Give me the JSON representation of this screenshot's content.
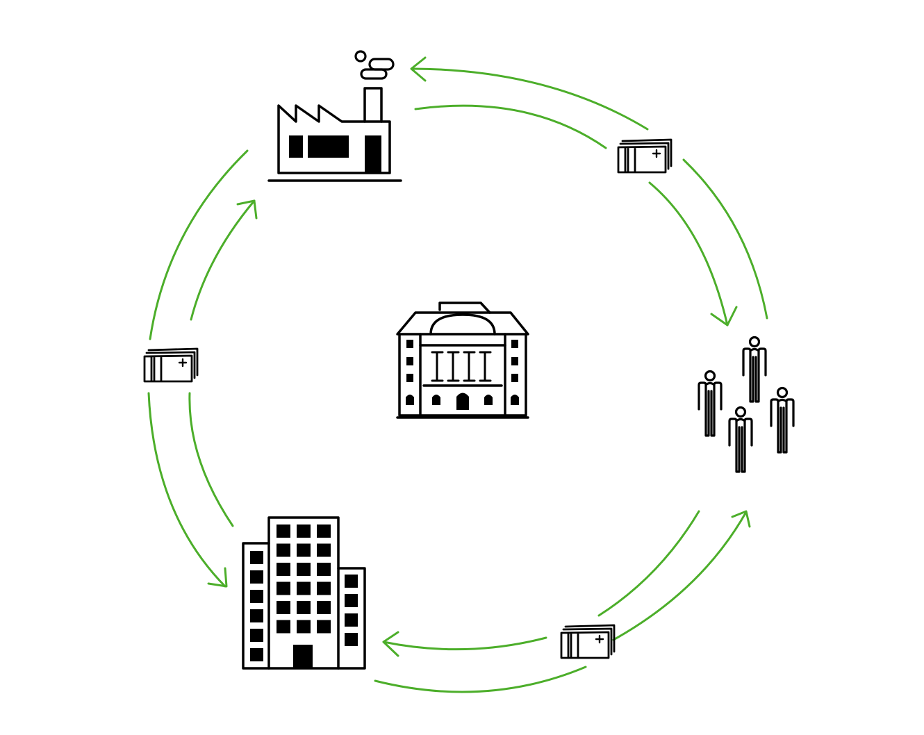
{
  "colors": {
    "background": "#ffffff",
    "flow_arrow": "#4cae2a",
    "icon_ink": "#000000"
  },
  "icons": {
    "center": "central-bank-building-icon",
    "top": "factory-icon",
    "right": "people-group-icon",
    "bottom_left": "office-building-icon",
    "money": "banknote-stack-icon"
  },
  "flows": [
    {
      "from": "factory",
      "to": "households",
      "direction": "clockwise"
    },
    {
      "from": "households",
      "to": "factory",
      "direction": "counter-clockwise"
    },
    {
      "from": "households",
      "to": "company",
      "direction": "clockwise"
    },
    {
      "from": "company",
      "to": "households",
      "direction": "counter-clockwise"
    },
    {
      "from": "company",
      "to": "factory",
      "direction": "clockwise"
    },
    {
      "from": "factory",
      "to": "company",
      "direction": "counter-clockwise"
    }
  ]
}
